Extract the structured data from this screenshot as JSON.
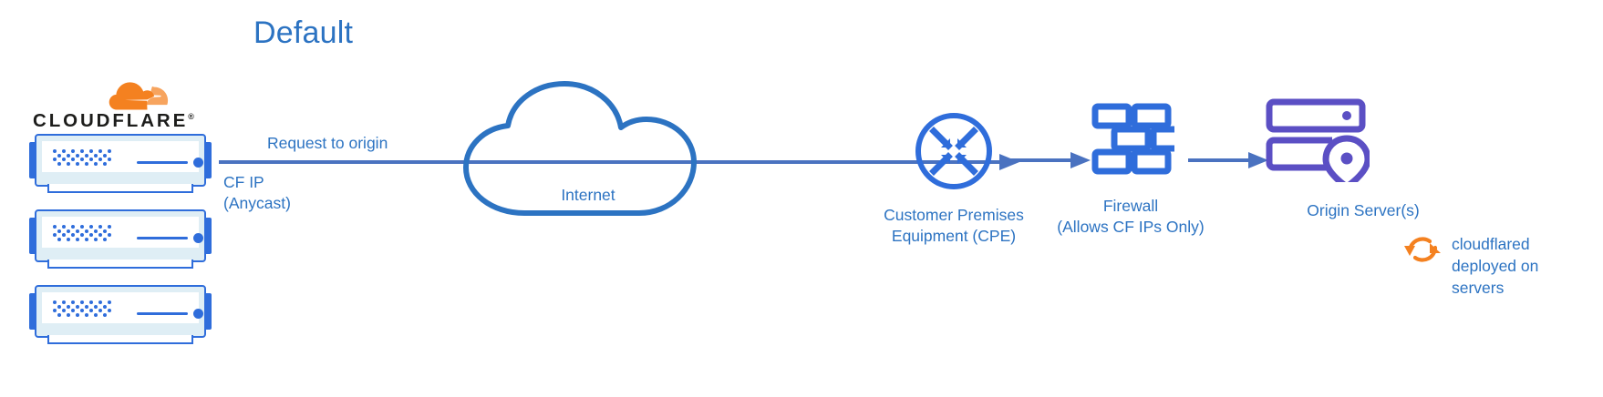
{
  "title": "Default",
  "colors": {
    "primary_blue": "#2c73c2",
    "icon_blue": "#2f6ddb",
    "origin_purple": "#5b4fc4",
    "cloudflare_orange": "#f48120",
    "wordmark_black": "#1d1d1b",
    "background": "#ffffff",
    "server_body": "#dfeef5"
  },
  "brand": {
    "wordmark": "CLOUDFLARE",
    "registered_mark": "®",
    "logo_icon": "cloudflare-cloud-icon"
  },
  "servers": {
    "icon": "server-rack-icon",
    "count": 3
  },
  "connection": {
    "label_above": "Request to origin",
    "label_below_line1": "CF IP",
    "label_below_line2": "(Anycast)",
    "arrow_icon": "arrow-right-icon"
  },
  "internet": {
    "label": "Internet",
    "icon": "cloud-icon"
  },
  "nodes": [
    {
      "id": "cpe",
      "icon": "router-converge-arrows-icon",
      "label_line1": "Customer Premises",
      "label_line2": "Equipment (CPE)"
    },
    {
      "id": "firewall",
      "icon": "brick-wall-icon",
      "label_line1": "Firewall",
      "label_line2": "(Allows CF IPs Only)"
    },
    {
      "id": "origin",
      "icon": "server-location-pin-icon",
      "label_line1": "Origin Server(s)",
      "label_line2": ""
    }
  ],
  "cloudflared": {
    "icon": "sync-arrows-icon",
    "line1": "cloudflared",
    "line2": "deployed on",
    "line3": "servers"
  }
}
